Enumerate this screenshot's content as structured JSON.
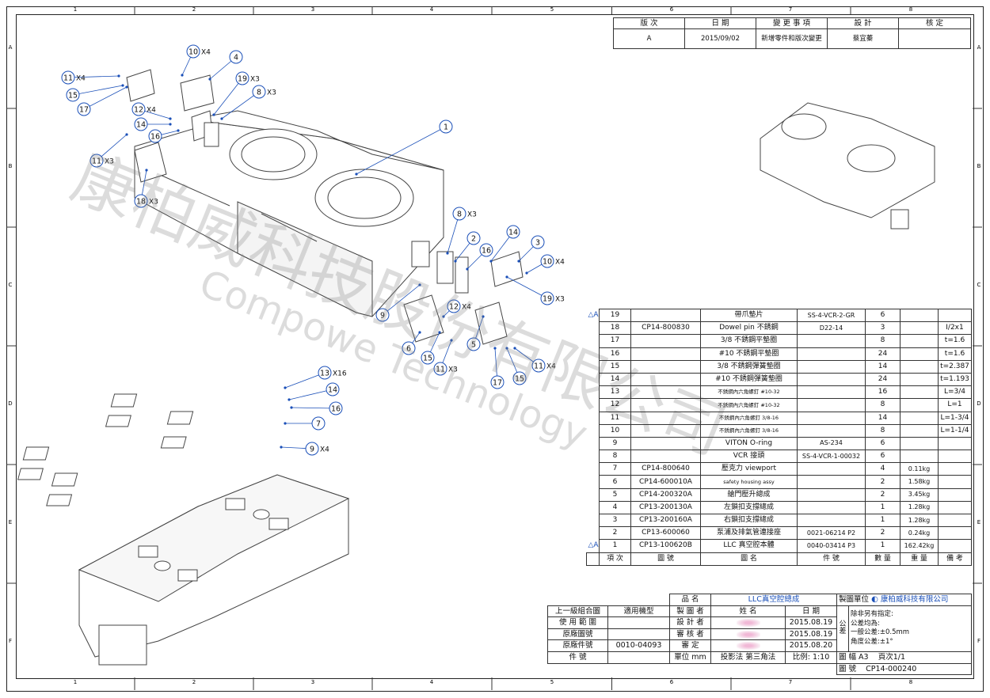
{
  "zones": {
    "columns": [
      "1",
      "2",
      "3",
      "4",
      "5",
      "6",
      "7",
      "8"
    ],
    "rows": [
      "A",
      "B",
      "C",
      "D",
      "E",
      "F"
    ]
  },
  "revision_table": {
    "headers": [
      "版 次",
      "日 期",
      "變 更 事 項",
      "設 計",
      "核 定"
    ],
    "row": {
      "version": "A",
      "date": "2015/09/02",
      "change": "新增零件和版次變更",
      "designer": "蔡宜蓁",
      "approver": ""
    }
  },
  "balloons": [
    "1",
    "2",
    "3",
    "4",
    "5",
    "6",
    "7",
    "8",
    "9",
    "10",
    "11",
    "12",
    "13",
    "14",
    "15",
    "16",
    "17",
    "18",
    "19"
  ],
  "callout_labels": {
    "x4": "X4",
    "x3": "X3",
    "x16": "X16"
  },
  "watermark": {
    "chinese": "康柏威科技股份有限公司",
    "english": "Compowe Technology"
  },
  "bom": {
    "rows": [
      {
        "no": "19",
        "drawing_no": "",
        "name": "帶爪墊片",
        "part_no": "SS-4-VCR-2-GR",
        "qty": "6",
        "weight": "",
        "note": "",
        "rev": "A"
      },
      {
        "no": "18",
        "drawing_no": "CP14-800830",
        "name": "Dowel pin 不銹鋼",
        "part_no": "D22-14",
        "qty": "3",
        "weight": "",
        "note": "I/2x1",
        "rev": ""
      },
      {
        "no": "17",
        "drawing_no": "",
        "name": "3/8 不銹鋼平墊圈",
        "part_no": "",
        "qty": "8",
        "weight": "",
        "note": "t=1.6",
        "rev": ""
      },
      {
        "no": "16",
        "drawing_no": "",
        "name": "#10 不銹鋼平墊圈",
        "part_no": "",
        "qty": "24",
        "weight": "",
        "note": "t=1.6",
        "rev": ""
      },
      {
        "no": "15",
        "drawing_no": "",
        "name": "3/8 不銹鋼彈簧墊圈",
        "part_no": "",
        "qty": "14",
        "weight": "",
        "note": "t=2.387",
        "rev": ""
      },
      {
        "no": "14",
        "drawing_no": "",
        "name": "#10 不銹鋼彈簧墊圈",
        "part_no": "",
        "qty": "24",
        "weight": "",
        "note": "t=1.193",
        "rev": ""
      },
      {
        "no": "13",
        "drawing_no": "",
        "name": "不銹鋼內六角螺釘 #10-32",
        "part_no": "",
        "qty": "16",
        "weight": "",
        "note": "L=3/4",
        "rev": ""
      },
      {
        "no": "12",
        "drawing_no": "",
        "name": "不銹鋼內六角螺釘 #10-32",
        "part_no": "",
        "qty": "8",
        "weight": "",
        "note": "L=1",
        "rev": ""
      },
      {
        "no": "11",
        "drawing_no": "",
        "name": "不銹鋼內六角螺釘 3/8-16",
        "part_no": "",
        "qty": "14",
        "weight": "",
        "note": "L=1-3/4",
        "rev": ""
      },
      {
        "no": "10",
        "drawing_no": "",
        "name": "不銹鋼內六角螺釘 3/8-16",
        "part_no": "",
        "qty": "8",
        "weight": "",
        "note": "L=1-1/4",
        "rev": ""
      },
      {
        "no": "9",
        "drawing_no": "",
        "name": "VITON O-ring",
        "part_no": "AS-234",
        "qty": "6",
        "weight": "",
        "note": "",
        "rev": ""
      },
      {
        "no": "8",
        "drawing_no": "",
        "name": "VCR 接頭",
        "part_no": "SS-4-VCR-1-00032",
        "qty": "6",
        "weight": "",
        "note": "",
        "rev": ""
      },
      {
        "no": "7",
        "drawing_no": "CP14-800640",
        "name": "壓克力 viewport",
        "part_no": "",
        "qty": "4",
        "weight": "0.11kg",
        "note": "",
        "rev": ""
      },
      {
        "no": "6",
        "drawing_no": "CP14-600010A",
        "name": "safety housing assy",
        "part_no": "",
        "qty": "2",
        "weight": "1.58kg",
        "note": "",
        "rev": ""
      },
      {
        "no": "5",
        "drawing_no": "CP14-200320A",
        "name": "艙門壓升總成",
        "part_no": "",
        "qty": "2",
        "weight": "3.45kg",
        "note": "",
        "rev": ""
      },
      {
        "no": "4",
        "drawing_no": "CP13-200130A",
        "name": "左鎖扣支撐總成",
        "part_no": "",
        "qty": "1",
        "weight": "1.28kg",
        "note": "",
        "rev": ""
      },
      {
        "no": "3",
        "drawing_no": "CP13-200160A",
        "name": "右鎖扣支撐總成",
        "part_no": "",
        "qty": "1",
        "weight": "1.28kg",
        "note": "",
        "rev": ""
      },
      {
        "no": "2",
        "drawing_no": "CP13-600060",
        "name": "泵浦及排氣管連接座",
        "part_no": "0021-06214 P2",
        "qty": "2",
        "weight": "0.24kg",
        "note": "",
        "rev": ""
      },
      {
        "no": "1",
        "drawing_no": "CP13-100620B",
        "name": "LLC 真空腔本體",
        "part_no": "0040-03414 P3",
        "qty": "1",
        "weight": "162.42kg",
        "note": "",
        "rev": "A"
      }
    ],
    "headers": {
      "no": "項 次",
      "drawing_no": "圖 號",
      "name": "圖 名",
      "part_no": "件 號",
      "qty": "數 量",
      "weight": "重 量",
      "note": "備 考"
    }
  },
  "title_block": {
    "product_label": "品 名",
    "product_name": "LLC真空腔總成",
    "unit_label": "製圖單位",
    "company": "康柏威科技有限公司",
    "upper_assembly": "上一級組合圖",
    "applicable_model": "適用機型",
    "use_range": "使 用 範 圍",
    "drawer_label": "製 圖 者",
    "designer_label": "設 計 者",
    "reviewer_label": "審 核 者",
    "approver_label": "審 定",
    "name_label": "姓 名",
    "date_label": "日 期",
    "dates": [
      "2015.08.19",
      "2015.08.19",
      "2015.08.20"
    ],
    "tolerance_label": "公 差",
    "tolerance_notes": [
      "除非另有指定:",
      "公差均為:",
      "一般公差:±0.5mm",
      "角度公差:±1°"
    ],
    "factory_drawing": "原廠圖號",
    "factory_part": "原廠件號",
    "factory_part_value": "0010-04093",
    "part_label": "件 號",
    "unit_mm": "單位 mm",
    "projection": "投影法 第三角法",
    "scale": "比例: 1:10",
    "sheet_size": "圖 幅 A3",
    "page": "頁次1/1",
    "drawing_no_label": "圖 號",
    "drawing_no": "CP14-000240"
  },
  "colors": {
    "balloon": "#1a4fb8",
    "line": "#333333",
    "watermark": "#8a8a8a"
  }
}
